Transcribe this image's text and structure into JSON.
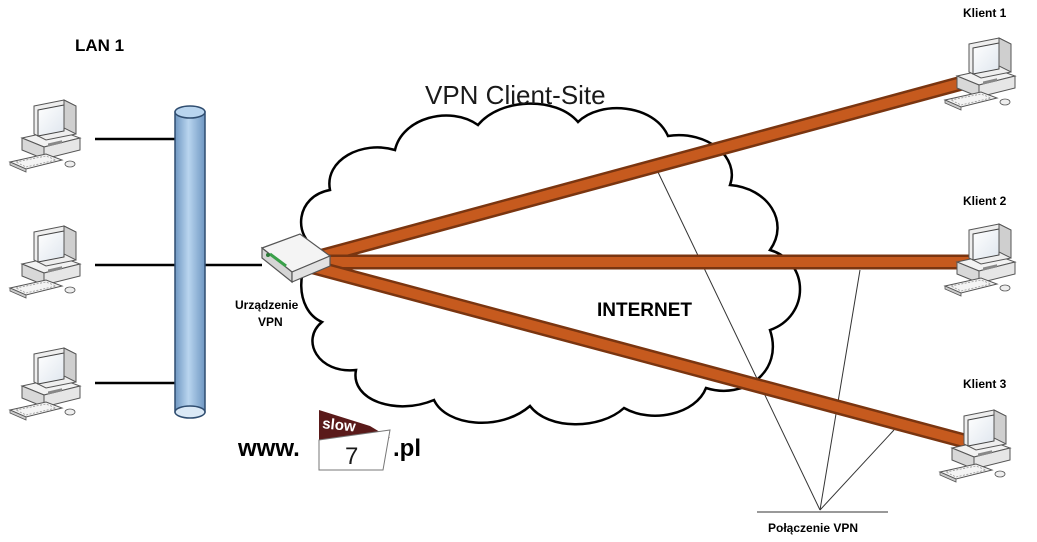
{
  "diagram": {
    "title": "VPN Client-Site",
    "lan_label": "LAN 1",
    "internet_label": "INTERNET",
    "vpn_device_label_line1": "Urządzenie",
    "vpn_device_label_line2": "VPN",
    "connection_label": "Połączenie VPN",
    "clients": [
      {
        "label": "Klient 1"
      },
      {
        "label": "Klient 2"
      },
      {
        "label": "Klient 3"
      }
    ],
    "lan_computers": 3,
    "logo": {
      "prefix": "www.",
      "brand_top": "slow",
      "brand_number": "7",
      "suffix": ".pl"
    },
    "colors": {
      "tunnel": "#c65a1e",
      "tunnel_dark": "#8a3a10",
      "backbone": "#9cc3e6",
      "backbone_edge": "#3b5f8a",
      "cloud_stroke": "#000000",
      "logo_dark": "#5a1a1a"
    }
  }
}
